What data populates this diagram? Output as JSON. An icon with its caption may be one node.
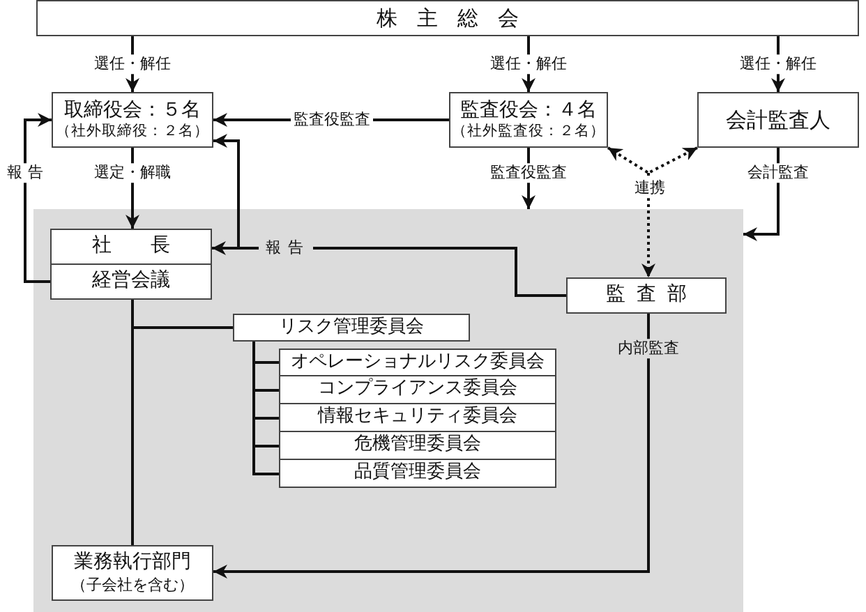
{
  "diagram": {
    "nodes": [
      {
        "text": [
          "株主総会"
        ]
      },
      {
        "text": [
          "取締役会：５名",
          "（社外取締役：２名）"
        ]
      },
      {
        "text": [
          "監査役会：４名",
          "（社外監査役：２名）"
        ]
      },
      {
        "text": [
          "会計監査人"
        ]
      },
      {
        "text": [],
        "shape": "box"
      },
      {
        "text": [
          "社長"
        ],
        "in": 4
      },
      {
        "text": [
          "経営会議"
        ],
        "in": 4
      },
      {
        "text": [
          "監査部"
        ],
        "in": 4
      },
      {
        "text": [
          "リスク管理委員会"
        ],
        "in": 4
      },
      {
        "text": [
          "オペレーショナルリスク委員会"
        ],
        "in": 4
      },
      {
        "text": [
          "コンプライアンス委員会"
        ],
        "in": 4
      },
      {
        "text": [
          "情報セキュリティ委員会"
        ],
        "in": 4
      },
      {
        "text": [
          "危機管理委員会"
        ],
        "in": 4
      },
      {
        "text": [
          "品質管理委員会"
        ],
        "in": 4
      },
      {
        "text": [
          "業務執行部門",
          "（子会社を含む）"
        ],
        "in": 4
      }
    ],
    "edges": [
      {
        "from": 0,
        "to": 1,
        "arrow": "to",
        "label": "選任・解任"
      },
      {
        "from": 0,
        "to": 2,
        "arrow": "to",
        "label": "選任・解任"
      },
      {
        "from": 0,
        "to": 3,
        "arrow": "to",
        "label": "選任・解任"
      },
      {
        "from": 2,
        "to": 1,
        "arrow": "to",
        "label": "監査役監査"
      },
      {
        "from": 1,
        "to": 5,
        "arrow": "to",
        "label": "選定・解職"
      },
      {
        "from": 6,
        "to": 1,
        "arrow": "to",
        "label": "報告"
      },
      {
        "from": 2,
        "to": 4,
        "arrow": "to",
        "label": "監査役監査"
      },
      {
        "from": 3,
        "to": 4,
        "arrow": "to",
        "label": "会計監査"
      },
      {
        "from": 2,
        "to": 7,
        "arrow": "both",
        "style": "dashed",
        "label": "連携"
      },
      {
        "from": 3,
        "to": 7,
        "arrow": "both",
        "style": "dashed"
      },
      {
        "from": 2,
        "to": 3,
        "arrow": "both",
        "style": "dashed"
      },
      {
        "from": 7,
        "to": 5,
        "arrow": "to",
        "label": "報告"
      },
      {
        "from": 7,
        "to": 1,
        "arrow": "to"
      },
      {
        "from": 6,
        "to": 14,
        "arrow": "none"
      },
      {
        "from": 6,
        "to": 8,
        "arrow": "none"
      },
      {
        "from": 8,
        "to": 9,
        "arrow": "none"
      },
      {
        "from": 8,
        "to": 10,
        "arrow": "none"
      },
      {
        "from": 8,
        "to": 11,
        "arrow": "none"
      },
      {
        "from": 8,
        "to": 12,
        "arrow": "none"
      },
      {
        "from": 8,
        "to": 13,
        "arrow": "none"
      },
      {
        "from": 7,
        "to": 14,
        "arrow": "to",
        "label": "内部監査"
      }
    ]
  }
}
